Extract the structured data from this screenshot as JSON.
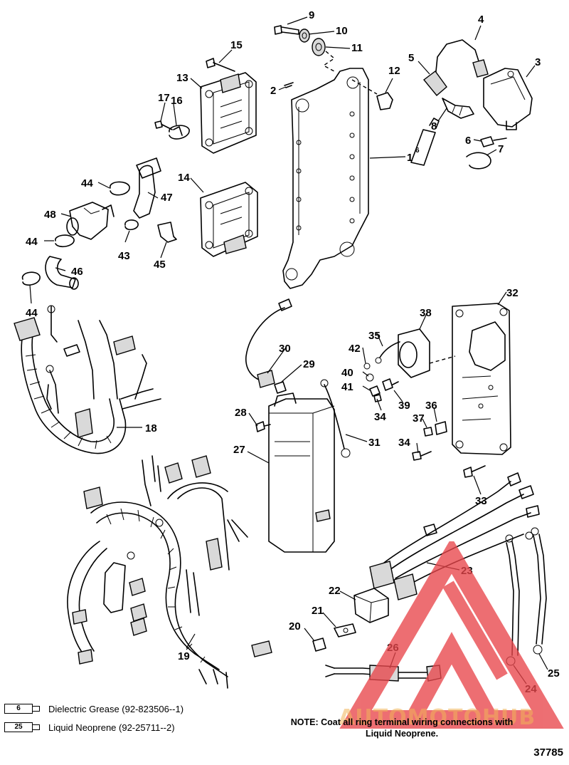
{
  "callouts": [
    "1",
    "2",
    "3",
    "4",
    "5",
    "6",
    "7",
    "8",
    "9",
    "10",
    "11",
    "12",
    "13",
    "14",
    "15",
    "16",
    "17",
    "18",
    "19",
    "20",
    "21",
    "22",
    "23",
    "24",
    "25",
    "26",
    "27",
    "28",
    "29",
    "30",
    "31",
    "32",
    "33",
    "34",
    "35",
    "36",
    "37",
    "38",
    "39",
    "40",
    "41",
    "42",
    "43",
    "44",
    "45",
    "46",
    "47",
    "48"
  ],
  "legend": [
    {
      "tube_number": "6",
      "text": "Dielectric Grease (92-823506--1)"
    },
    {
      "tube_number": "25",
      "text": "Liquid Neoprene (92-25711--2)"
    }
  ],
  "note": {
    "line1": "NOTE: Coat all ring terminal wiring connections with",
    "line2": "Liquid Neoprene."
  },
  "figure_number": "37785",
  "watermark": {
    "text": "AUTOMOTOHUB",
    "color": "#e8464b"
  },
  "tube_label_in_diagram": "6"
}
